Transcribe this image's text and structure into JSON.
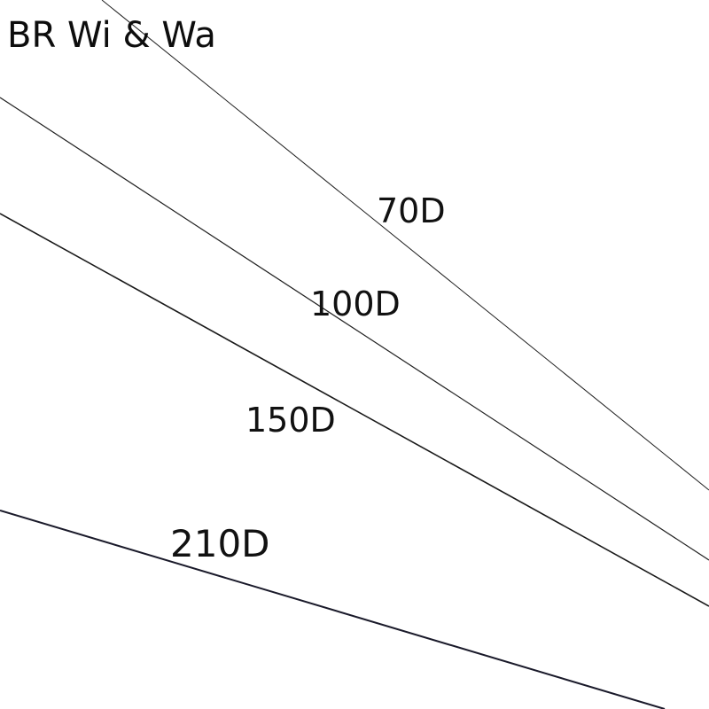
{
  "brand": "BR Wi & Wa",
  "threads": [
    {
      "label": "70D"
    },
    {
      "label": "100D"
    },
    {
      "label": "150D"
    },
    {
      "label": "210D"
    }
  ]
}
